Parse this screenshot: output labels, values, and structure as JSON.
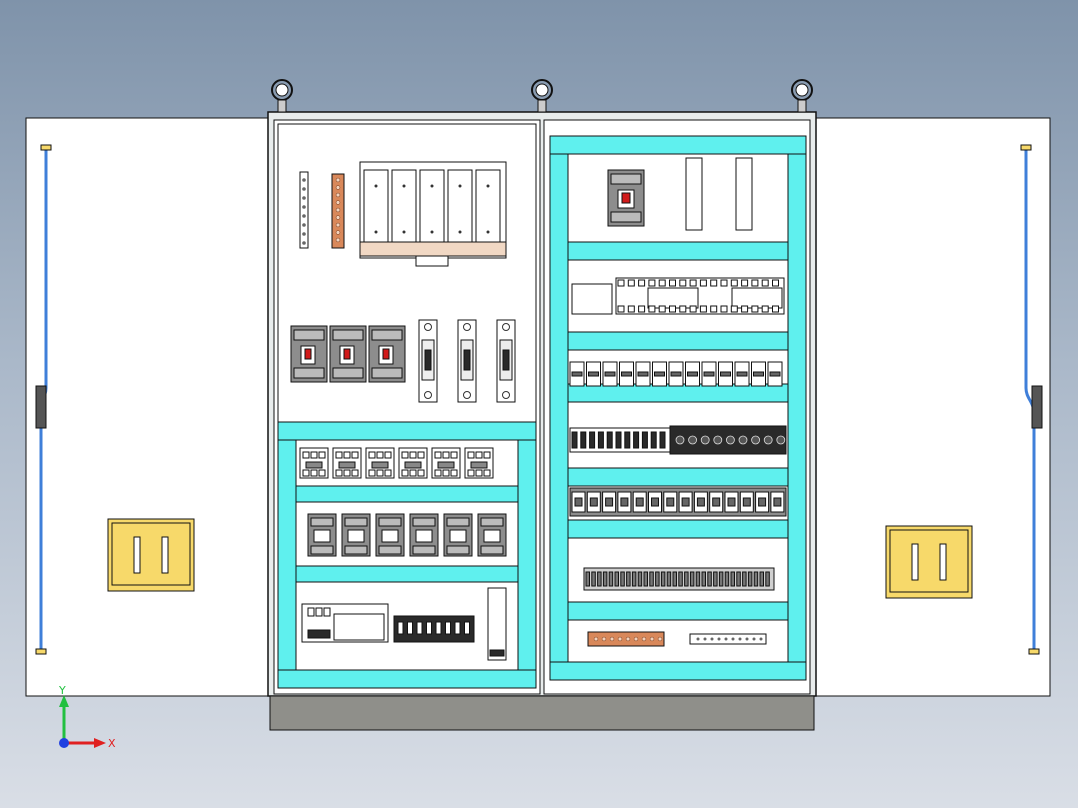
{
  "scene": {
    "title": "",
    "colors": {
      "background_top": "#7f93aa",
      "background_bottom": "#d9dee6",
      "cabinet_body": "#ffffff",
      "outline": "#111111",
      "cable_duct": "#5ff0ee",
      "base_plinth": "#8f8f8a",
      "handle_yellow": "#f7d96a",
      "door_rod_blue": "#3f7fd9",
      "copper_busbar": "#d9885a",
      "breaker_grey": "#8d8d8d",
      "indicator_red": "#d11a1a",
      "terminal_dark": "#2a2a2a"
    },
    "components": {
      "lifting_eyes": 3,
      "left_breakers": 3,
      "fuse_holders": 3,
      "relay_row_1": 6,
      "relay_row_2": 6,
      "right_din_rails": 8
    }
  },
  "axis_triad": {
    "x_label": "X",
    "y_label": "Y",
    "x_color": "#e02020",
    "y_color": "#22c040",
    "z_color": "#2040e0"
  }
}
